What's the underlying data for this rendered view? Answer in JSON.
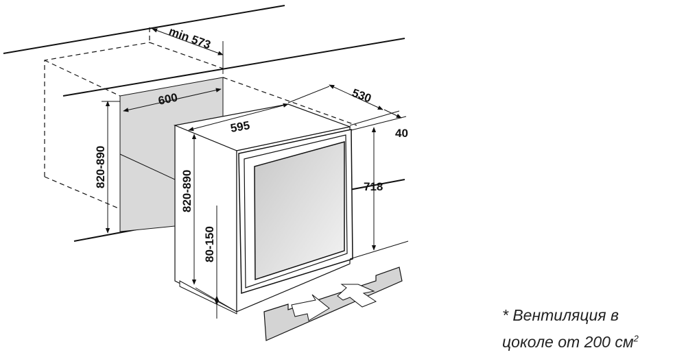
{
  "dimensions": {
    "niche_depth": "min 573",
    "niche_width": "600",
    "niche_height": "820-890",
    "appliance_width": "595",
    "appliance_depth": "530",
    "door_offset": "40",
    "appliance_height": "718",
    "appliance_total_height": "820-890",
    "plinth_height": "80-150"
  },
  "note": {
    "line1": "* Вентиляция в",
    "line2": "цоколе от 200 см",
    "superscript": "2"
  }
}
